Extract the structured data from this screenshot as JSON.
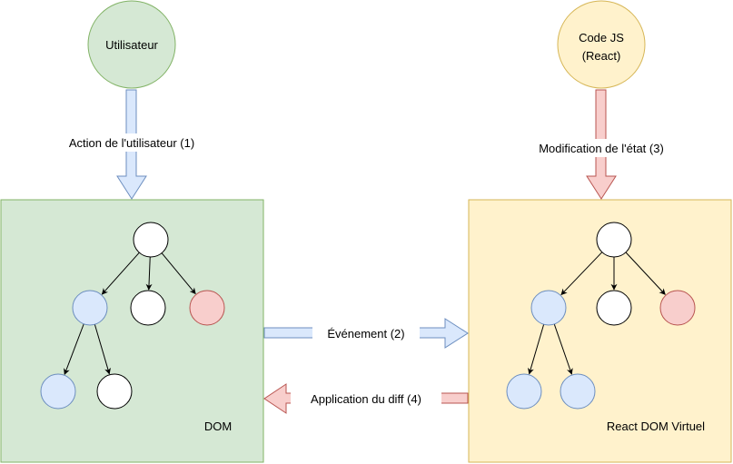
{
  "colors": {
    "green_fill": "#d5e8d4",
    "green_stroke": "#82b366",
    "yellow_fill": "#fff2cc",
    "yellow_stroke": "#d6b656",
    "blue_fill": "#dae8fc",
    "blue_stroke": "#6c8ebf",
    "red_fill": "#f8cecc",
    "red_stroke": "#b85450",
    "white_fill": "#ffffff",
    "black_stroke": "#000000"
  },
  "actors": {
    "user": {
      "label": "Utilisateur",
      "color": "green"
    },
    "code": {
      "label_line1": "Code JS",
      "label_line2": "(React)",
      "color": "yellow"
    }
  },
  "containers": {
    "dom": {
      "label": "DOM",
      "color": "green"
    },
    "virtual_dom": {
      "label": "React DOM Virtuel",
      "color": "yellow"
    }
  },
  "arrows": [
    {
      "id": "user-action",
      "label": "Action de l'utilisateur (1)",
      "from": "Utilisateur",
      "to": "DOM",
      "color": "blue"
    },
    {
      "id": "event",
      "label": "Événement (2)",
      "from": "DOM",
      "to": "React DOM Virtuel",
      "color": "blue"
    },
    {
      "id": "state-change",
      "label": "Modification de l'état (3)",
      "from": "Code JS (React)",
      "to": "React DOM Virtuel",
      "color": "red"
    },
    {
      "id": "apply-diff",
      "label": "Application du diff (4)",
      "from": "React DOM Virtuel",
      "to": "DOM",
      "color": "red"
    }
  ],
  "trees": {
    "dom": {
      "root": "white",
      "children": [
        {
          "color": "blue",
          "children": [
            {
              "color": "blue"
            },
            {
              "color": "white"
            }
          ]
        },
        {
          "color": "white"
        },
        {
          "color": "red"
        }
      ]
    },
    "virtual_dom": {
      "root": "white",
      "children": [
        {
          "color": "blue",
          "children": [
            {
              "color": "blue"
            },
            {
              "color": "blue"
            }
          ]
        },
        {
          "color": "white"
        },
        {
          "color": "red"
        }
      ]
    }
  }
}
